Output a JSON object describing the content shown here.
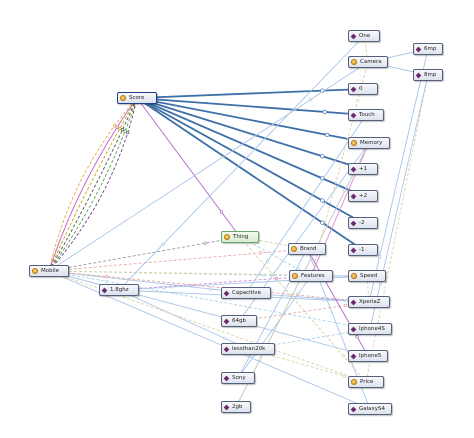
{
  "nodes": [
    {
      "id": "score",
      "label": "Score",
      "kind": "class",
      "icon": "class-circle-icon",
      "state": "selected"
    },
    {
      "id": "mobile",
      "label": "Mobile",
      "kind": "class",
      "icon": "class-circle-icon"
    },
    {
      "id": "thing",
      "label": "Thing",
      "kind": "class",
      "icon": "class-circle-icon",
      "state": "highlight"
    },
    {
      "id": "brand",
      "label": "Brand",
      "kind": "class",
      "icon": "class-circle-icon"
    },
    {
      "id": "features",
      "label": "Features",
      "kind": "class",
      "icon": "class-circle-icon"
    },
    {
      "id": "one",
      "label": "One",
      "kind": "individual",
      "icon": "individual-diamond-icon"
    },
    {
      "id": "camera",
      "label": "Camera",
      "kind": "class",
      "icon": "class-circle-icon"
    },
    {
      "id": "6mp",
      "label": "6mp",
      "kind": "individual",
      "icon": "individual-diamond-icon"
    },
    {
      "id": "8mp",
      "label": "8mp",
      "kind": "individual",
      "icon": "individual-diamond-icon"
    },
    {
      "id": "zero",
      "label": "0",
      "kind": "individual",
      "icon": "individual-diamond-icon"
    },
    {
      "id": "touch",
      "label": "Touch",
      "kind": "individual",
      "icon": "individual-diamond-icon"
    },
    {
      "id": "memory",
      "label": "Memory",
      "kind": "class",
      "icon": "class-circle-icon"
    },
    {
      "id": "p1",
      "label": "+1",
      "kind": "individual",
      "icon": "individual-diamond-icon"
    },
    {
      "id": "p2",
      "label": "+2",
      "kind": "individual",
      "icon": "individual-diamond-icon"
    },
    {
      "id": "m2",
      "label": "-2",
      "kind": "individual",
      "icon": "individual-diamond-icon"
    },
    {
      "id": "m1",
      "label": "-1",
      "kind": "individual",
      "icon": "individual-diamond-icon"
    },
    {
      "id": "speed",
      "label": "Speed",
      "kind": "class",
      "icon": "class-circle-icon"
    },
    {
      "id": "xperiaz",
      "label": "XperiaZ",
      "kind": "individual",
      "icon": "individual-diamond-icon"
    },
    {
      "id": "iphone4s",
      "label": "Iphone4S",
      "kind": "individual",
      "icon": "individual-diamond-icon"
    },
    {
      "id": "iphone5",
      "label": "Iphone5",
      "kind": "individual",
      "icon": "individual-diamond-icon"
    },
    {
      "id": "price",
      "label": "Price",
      "kind": "class",
      "icon": "class-circle-icon"
    },
    {
      "id": "galaxys4",
      "label": "GalaxyS4",
      "kind": "individual",
      "icon": "individual-diamond-icon"
    },
    {
      "id": "ghz",
      "label": "1.8ghz",
      "kind": "individual",
      "icon": "individual-diamond-icon"
    },
    {
      "id": "capacitive",
      "label": "Capacitive",
      "kind": "individual",
      "icon": "individual-diamond-icon"
    },
    {
      "id": "64gb",
      "label": "64gb",
      "kind": "individual",
      "icon": "individual-diamond-icon"
    },
    {
      "id": "lessthan20k",
      "label": "lessthan20k",
      "kind": "individual",
      "icon": "individual-diamond-icon"
    },
    {
      "id": "sony",
      "label": "Sony",
      "kind": "individual",
      "icon": "individual-diamond-icon"
    },
    {
      "id": "2gb",
      "label": "2gb",
      "kind": "individual",
      "icon": "individual-diamond-icon"
    }
  ],
  "edges": [
    {
      "from": "score",
      "to": "zero",
      "color": "#3d6fa8",
      "style": "solid"
    },
    {
      "from": "score",
      "to": "touch",
      "color": "#3d6fa8",
      "style": "solid"
    },
    {
      "from": "score",
      "to": "memory",
      "color": "#3d6fa8",
      "style": "solid"
    },
    {
      "from": "score",
      "to": "p1",
      "color": "#3d6fa8",
      "style": "solid"
    },
    {
      "from": "score",
      "to": "p2",
      "color": "#3d6fa8",
      "style": "solid"
    },
    {
      "from": "score",
      "to": "m2",
      "color": "#3d6fa8",
      "style": "solid"
    },
    {
      "from": "score",
      "to": "m1",
      "color": "#3d6fa8",
      "style": "solid"
    },
    {
      "from": "score",
      "to": "thing",
      "color": "#b266cc",
      "style": "solid"
    },
    {
      "from": "mobile",
      "to": "score",
      "color": "#b8a600",
      "style": "dashed"
    },
    {
      "from": "mobile",
      "to": "score",
      "color": "#555555",
      "style": "dashed"
    },
    {
      "from": "mobile",
      "to": "score",
      "color": "#4ba84b",
      "style": "dashed"
    },
    {
      "from": "mobile",
      "to": "score",
      "color": "#7a3a8a",
      "style": "dashed"
    },
    {
      "from": "mobile",
      "to": "score",
      "color": "#e0b040",
      "style": "dashed"
    },
    {
      "from": "mobile",
      "to": "score",
      "color": "#cc55cc",
      "style": "solid"
    },
    {
      "from": "mobile",
      "to": "thing",
      "color": "#9a9a9a",
      "style": "dashed"
    },
    {
      "from": "mobile",
      "to": "brand",
      "color": "#e9a7a7",
      "style": "dashed"
    },
    {
      "from": "mobile",
      "to": "features",
      "color": "#a7d3e9",
      "style": "dashed"
    },
    {
      "from": "mobile",
      "to": "speed",
      "color": "#d8d2a0",
      "style": "dashed"
    },
    {
      "from": "mobile",
      "to": "camera",
      "color": "#a7c6e9",
      "style": "solid"
    },
    {
      "from": "mobile",
      "to": "capacitive",
      "color": "#a7c6e9",
      "style": "solid"
    },
    {
      "from": "mobile",
      "to": "ghz",
      "color": "#b8b8d8",
      "style": "solid"
    },
    {
      "from": "ghz",
      "to": "xperiaz",
      "color": "#a7c6e9",
      "style": "solid"
    },
    {
      "from": "ghz",
      "to": "lessthan20k",
      "color": "#a7c6e9",
      "style": "solid"
    },
    {
      "from": "ghz",
      "to": "features",
      "color": "#d88ad8",
      "style": "dashed"
    },
    {
      "from": "capacitive",
      "to": "xperiaz",
      "color": "#a7c6e9",
      "style": "solid"
    },
    {
      "from": "64gb",
      "to": "xperiaz",
      "color": "#e9a7a7",
      "style": "dashed"
    },
    {
      "from": "lessthan20k",
      "to": "iphone4s",
      "color": "#a7d3e9",
      "style": "dashed"
    },
    {
      "from": "lessthan20k",
      "to": "price",
      "color": "#d8d2a0",
      "style": "dashed"
    },
    {
      "from": "sony",
      "to": "features",
      "color": "#a7c6e9",
      "style": "solid"
    },
    {
      "from": "2gb",
      "to": "memory",
      "color": "#a7c6e9",
      "style": "solid"
    },
    {
      "from": "brand",
      "to": "sony",
      "color": "#a7c6e9",
      "style": "solid"
    },
    {
      "from": "brand",
      "to": "galaxys4",
      "color": "#a7c6e9",
      "style": "solid"
    },
    {
      "from": "brand",
      "to": "iphone5",
      "color": "#b266cc",
      "style": "solid"
    },
    {
      "from": "features",
      "to": "speed",
      "color": "#a7c6e9",
      "style": "solid"
    },
    {
      "from": "features",
      "to": "camera",
      "color": "#d8d2a0",
      "style": "dashed"
    },
    {
      "from": "features",
      "to": "memory",
      "color": "#d88ad8",
      "style": "solid"
    },
    {
      "from": "thing",
      "to": "features",
      "color": "#a7d3e9",
      "style": "dashed"
    },
    {
      "from": "thing",
      "to": "brand",
      "color": "#d8d2a0",
      "style": "dashed"
    },
    {
      "from": "thing",
      "to": "price",
      "color": "#d8d2a0",
      "style": "dashed"
    },
    {
      "from": "camera",
      "to": "6mp",
      "color": "#a7c6e9",
      "style": "solid"
    },
    {
      "from": "camera",
      "to": "8mp",
      "color": "#a7c6e9",
      "style": "solid"
    },
    {
      "from": "camera",
      "to": "one",
      "color": "#d8d2a0",
      "style": "dashed"
    },
    {
      "from": "one",
      "to": "ghz",
      "color": "#a7c6e9",
      "style": "solid"
    },
    {
      "from": "touch",
      "to": "capacitive",
      "color": "#a7c6e9",
      "style": "solid"
    },
    {
      "from": "memory",
      "to": "64gb",
      "color": "#a7c6e9",
      "style": "solid"
    },
    {
      "from": "memory",
      "to": "2gb",
      "color": "#d8d2a0",
      "style": "dashed"
    },
    {
      "from": "speed",
      "to": "ghz",
      "color": "#a7c6e9",
      "style": "solid"
    },
    {
      "from": "speed",
      "to": "xperiaz",
      "color": "#d8d2a0",
      "style": "dashed"
    },
    {
      "from": "8mp",
      "to": "price",
      "color": "#d8d2a0",
      "style": "dashed"
    },
    {
      "from": "8mp",
      "to": "iphone4s",
      "color": "#a7c6e9",
      "style": "solid"
    },
    {
      "from": "6mp",
      "to": "xperiaz",
      "color": "#a7c6e9",
      "style": "solid"
    },
    {
      "from": "xperiaz",
      "to": "mobile",
      "color": "#e9a7a7",
      "style": "dashed"
    },
    {
      "from": "iphone4s",
      "to": "mobile",
      "color": "#a7d3e9",
      "style": "dashed"
    },
    {
      "from": "iphone5",
      "to": "mobile",
      "color": "#a7c6e9",
      "style": "solid"
    },
    {
      "from": "galaxys4",
      "to": "mobile",
      "color": "#a7c6e9",
      "style": "solid"
    },
    {
      "from": "price",
      "to": "mobile",
      "color": "#d8d2a0",
      "style": "dashed"
    }
  ]
}
